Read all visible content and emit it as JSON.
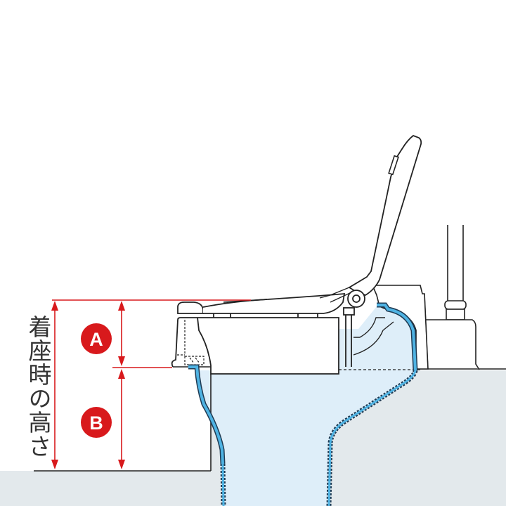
{
  "diagram": {
    "vertical_label": "着座時の高さ",
    "markers": [
      {
        "label": "A",
        "meaning": "seat-to-bowl-rim"
      },
      {
        "label": "B",
        "meaning": "bowl-rim-to-floor"
      }
    ],
    "colors": {
      "dimension_red": "#d8191c",
      "pipe_blue": "#4fb3e3",
      "water_fill": "#deeef9",
      "floor_gray": "#e3e9ec",
      "line": "#222222"
    }
  }
}
